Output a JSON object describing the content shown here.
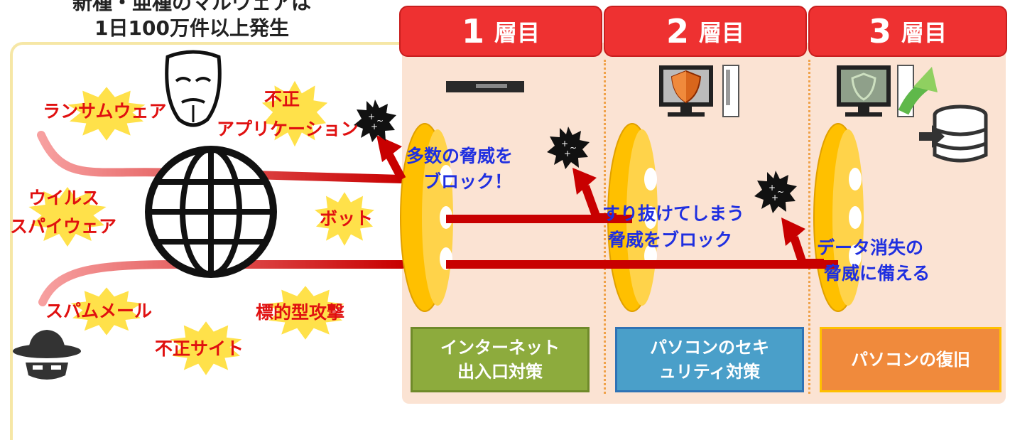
{
  "headline": {
    "line1": "新種・亜種のマルウェアは",
    "line2": "1日100万件以上発生"
  },
  "layers": [
    {
      "num": "1",
      "label": "層目",
      "box": "インターネット出入口対策"
    },
    {
      "num": "2",
      "label": "層目",
      "box": "パソコンのセキュリティ対策"
    },
    {
      "num": "3",
      "label": "層目",
      "box": "パソコンの復旧"
    }
  ],
  "threats": {
    "ransomware": "ランサムウェア",
    "illegal_app_1": "不正",
    "illegal_app_2": "アプリケーション",
    "virus_1": "ウイルス",
    "virus_2": "スパイウェア",
    "bot": "ボット",
    "spam": "スパムメール",
    "targeted": "標的型攻撃",
    "illegal_site": "不正サイト"
  },
  "annotations": {
    "block_many_1": "多数の脅威を",
    "block_many_2": "ブロック！",
    "block_slip_1": "すり抜けてしまう",
    "block_slip_2": "脅威をブロック",
    "data_loss_1": "データ消失の",
    "data_loss_2": "脅威に備える"
  },
  "colors": {
    "layer_header": "#ee3131",
    "box1": "#8dab3d",
    "box2": "#4a9fc9",
    "box3": "#f08a3c",
    "threat_text": "#e01010",
    "annotation_text": "#1f2fe0",
    "arrow": "#c80000",
    "disc": "#ffc000",
    "burst": "#ffe14a"
  },
  "icons": [
    "globe-icon",
    "mask-icon",
    "hacker-icon",
    "malware-icon",
    "router-icon",
    "secure-pc-icon",
    "backup-pc-icon",
    "database-icon"
  ]
}
